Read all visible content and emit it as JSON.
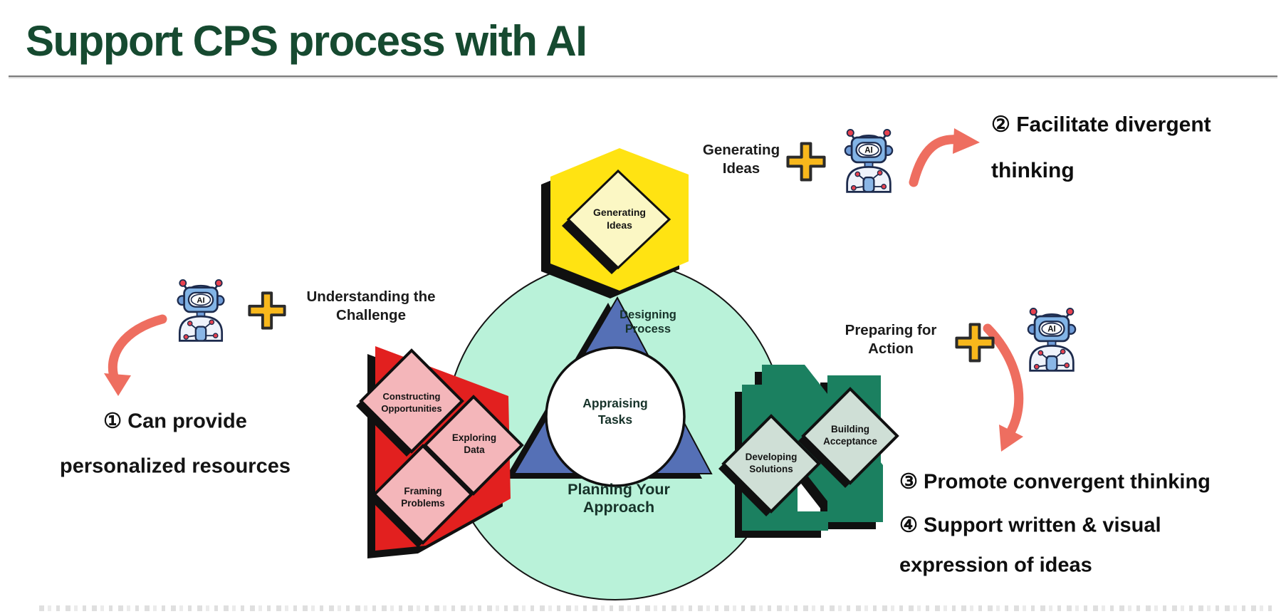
{
  "slide": {
    "title": "Support CPS process with AI"
  },
  "robot": {
    "label": "AI"
  },
  "colors": {
    "title_green": "#164a30",
    "circle_mint": "#b9f2d9",
    "hexagon_yellow": "#ffe312",
    "diamond_pale_yellow": "#fbf7c4",
    "triangle_blue": "#5570b6",
    "arrow_red": "#e2201f",
    "diamond_pink": "#f4b6ba",
    "shape_green": "#1b8060",
    "diamond_pale_green": "#cfdfd6",
    "plus_gold": "#f8b81c",
    "arrow_salmon": "#ee6e60",
    "outline_black": "#101010"
  },
  "cps_model": {
    "generating_diamond": {
      "line1": "Generating",
      "line2": "Ideas"
    },
    "designing_process": {
      "line1": "Designing",
      "line2": "Process"
    },
    "appraising_tasks": {
      "line1": "Appraising",
      "line2": "Tasks"
    },
    "planning_approach": {
      "line1": "Planning Your",
      "line2": "Approach"
    },
    "constructing_opportunities": {
      "line1": "Constructing",
      "line2": "Opportunities"
    },
    "exploring_data": {
      "line1": "Exploring",
      "line2": "Data"
    },
    "framing_problems": {
      "line1": "Framing",
      "line2": "Problems"
    },
    "developing_solutions": {
      "line1": "Developing",
      "line2": "Solutions"
    },
    "building_acceptance": {
      "line1": "Building",
      "line2": "Acceptance"
    }
  },
  "annotations": {
    "understanding": {
      "stage_line1": "Understanding the",
      "stage_line2": "Challenge",
      "note_line1": "① Can provide",
      "note_line2": "personalized resources"
    },
    "generating": {
      "stage_line1": "Generating",
      "stage_line2": "Ideas",
      "note_line1": "② Facilitate divergent",
      "note_line2": "thinking"
    },
    "preparing": {
      "stage_line1": "Preparing for",
      "stage_line2": "Action",
      "note_line1": "③ Promote convergent thinking",
      "note_line2": "④ Support written & visual",
      "note_line3": "expression of ideas"
    }
  }
}
